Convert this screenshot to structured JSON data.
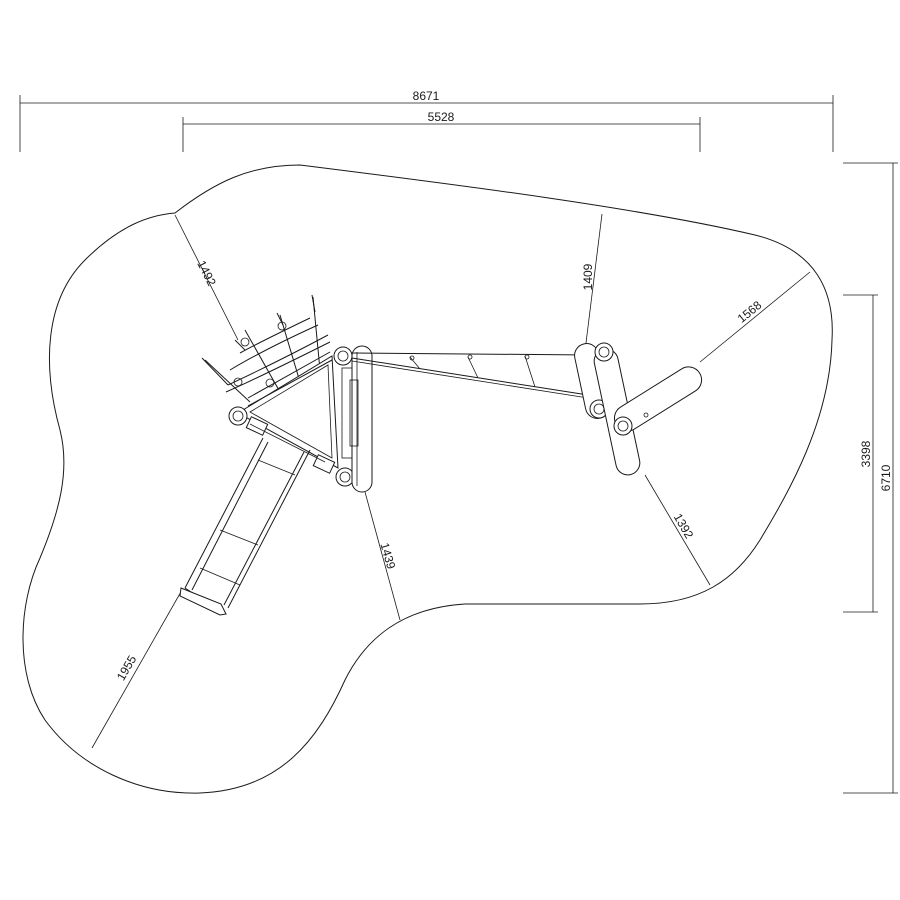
{
  "dimensions": {
    "overall_width": "8671",
    "inner_width": "5528",
    "overall_depth": "6710",
    "partial_depth": "3398"
  },
  "clearances": {
    "top_left": "1492",
    "top_right": "1409",
    "right": "1568",
    "lower_right": "1392",
    "center_bottom": "1439",
    "slide_bottom": "1955"
  },
  "components": {
    "net_climber": "net climber",
    "triangle_platform": "triangular platform",
    "slide": "slide",
    "rope_bridge": "rope traverse",
    "log_posts": "log posts"
  }
}
